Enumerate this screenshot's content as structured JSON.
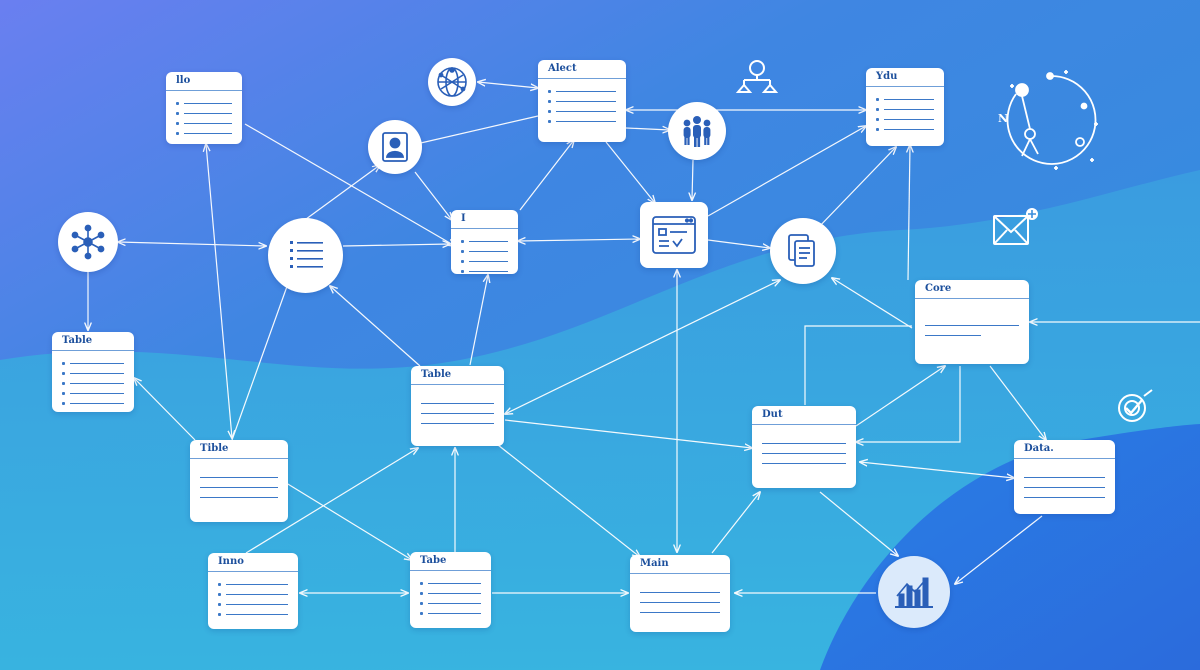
{
  "colors": {
    "bg_top_left": "#5f7fe8",
    "bg_mid": "#3a8fdc",
    "bg_bottom": "#36b6dc",
    "accent_blue": "#2f6fd6",
    "line": "#ffffff",
    "card_text": "#1c4f9c"
  },
  "nodes": {
    "card_llo": {
      "label": "llo"
    },
    "card_alect": {
      "label": "Alect"
    },
    "card_ydu": {
      "label": "Ydu"
    },
    "card_i": {
      "label": "I"
    },
    "card_table_left": {
      "label": "Table"
    },
    "card_table_center": {
      "label": "Table"
    },
    "card_tible": {
      "label": "Tible"
    },
    "card_core": {
      "label": "Core"
    },
    "card_dut": {
      "label": "Dut"
    },
    "card_data": {
      "label": "Data."
    },
    "card_inno": {
      "label": "Inno"
    },
    "card_tabe": {
      "label": "Tabe"
    },
    "card_main": {
      "label": "Main"
    }
  },
  "icons": {
    "globe": "globe-icon",
    "hub": "hub-network-icon",
    "person": "person-card-icon",
    "people": "people-icon",
    "browser": "browser-window-icon",
    "documents": "documents-icon",
    "bar_chart": "bar-chart-icon",
    "org": "org-structure-icon",
    "constellation": "constellation-icon",
    "mail": "mail-icon",
    "target": "target-check-icon"
  },
  "constellation": {
    "label": "N"
  }
}
